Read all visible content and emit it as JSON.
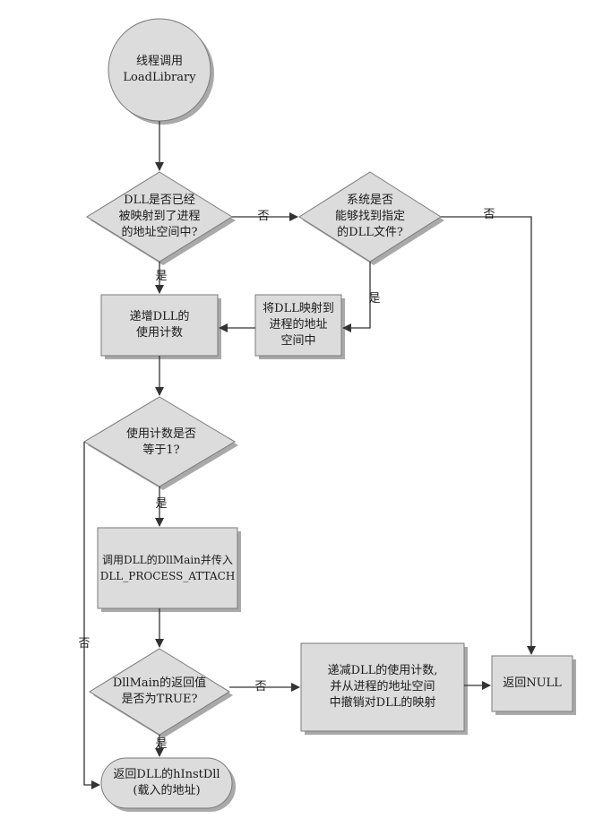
{
  "nodes": {
    "start": "线程调用\nLoadLibrary",
    "d1": "DLL是否已经\n被映射到了进程\n的地址空间中?",
    "d2": "系统是否\n能够找到指定\n的DLL文件?",
    "map": "将DLL映射到\n进程的地址\n空间中",
    "inc": "递增DLL的\n使用计数",
    "d3": "使用计数是否\n等于1?",
    "call": "调用DLL的DllMain并传入\nDLL_PROCESS_ATTACH",
    "d4": "DllMain的返回值\n是否为TRUE?",
    "dec": "递减DLL的使用计数,\n并从进程的地址空间\n中撤销对DLL的映射",
    "null": "返回NULL",
    "ret": "返回DLL的hInstDll\n(载入的地址)"
  },
  "edges": {
    "d1_no": "否",
    "d2_no": "否",
    "d1_yes": "是",
    "d2_yes": "是",
    "d3_yes": "是",
    "d3_no": "否",
    "d4_no": "否",
    "d4_yes": "是"
  },
  "colors": {
    "fill": "#dcdcdc",
    "shadow": "#a9a9a9",
    "stroke": "#7a7a7a",
    "line": "#333333"
  }
}
